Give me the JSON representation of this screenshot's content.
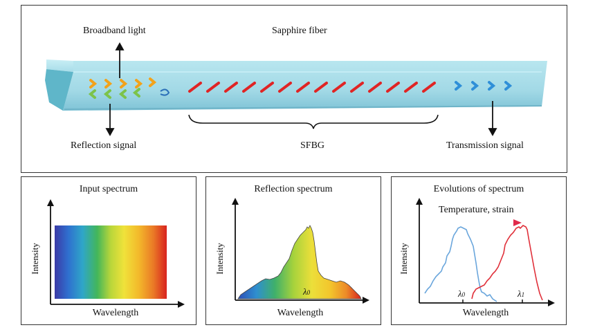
{
  "top": {
    "broadband_label": "Broadband light",
    "fiber_label": "Sapphire fiber",
    "reflection_label": "Reflection signal",
    "grating_label": "SFBG",
    "transmission_label": "Transmission signal"
  },
  "panels": [
    {
      "title": "Input spectrum",
      "xlabel": "Wavelength",
      "ylabel": "Intensity"
    },
    {
      "title": "Reflection spectrum",
      "xlabel": "Wavelength",
      "ylabel": "Intensity",
      "peak_label": "λ",
      "peak_sub": "0"
    },
    {
      "title": "Evolutions of spectrum",
      "xlabel": "Wavelength",
      "ylabel": "Intensity",
      "arrow_label": "Temperature, strain",
      "lambda0": "λ",
      "lambda0_sub": "0",
      "lambda1": "λ",
      "lambda1_sub": "1"
    }
  ],
  "colors": {
    "fiber": "#a9e0ec",
    "grating": "#e02424",
    "curve_before": "#6aa6dc",
    "curve_after": "#e0303a"
  }
}
